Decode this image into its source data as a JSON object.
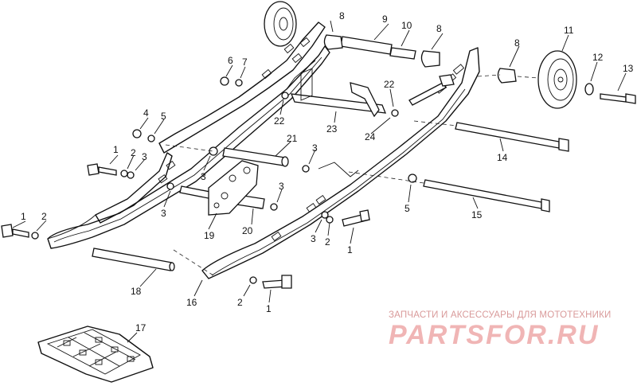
{
  "watermark": {
    "tagline": "ЗАПЧАСТИ И АКСЕССУАРЫ ДЛЯ МОТОТЕХНИКИ",
    "brand": "PARTSFOR.RU"
  },
  "callouts": [
    {
      "id": "c1a",
      "label": "1"
    },
    {
      "id": "c1b",
      "label": "1"
    },
    {
      "id": "c1c",
      "label": "1"
    },
    {
      "id": "c1d",
      "label": "1"
    },
    {
      "id": "c2a",
      "label": "2"
    },
    {
      "id": "c2b",
      "label": "2"
    },
    {
      "id": "c2c",
      "label": "2"
    },
    {
      "id": "c2d",
      "label": "2"
    },
    {
      "id": "c3a",
      "label": "3"
    },
    {
      "id": "c3b",
      "label": "3"
    },
    {
      "id": "c3c",
      "label": "3"
    },
    {
      "id": "c3d",
      "label": "3"
    },
    {
      "id": "c3e",
      "label": "3"
    },
    {
      "id": "c3f",
      "label": "3"
    },
    {
      "id": "c4",
      "label": "4"
    },
    {
      "id": "c5a",
      "label": "5"
    },
    {
      "id": "c5b",
      "label": "5"
    },
    {
      "id": "c6",
      "label": "6"
    },
    {
      "id": "c7",
      "label": "7"
    },
    {
      "id": "c8a",
      "label": "8"
    },
    {
      "id": "c8b",
      "label": "8"
    },
    {
      "id": "c8c",
      "label": "8"
    },
    {
      "id": "c9",
      "label": "9"
    },
    {
      "id": "c10",
      "label": "10"
    },
    {
      "id": "c11",
      "label": "11"
    },
    {
      "id": "c12",
      "label": "12"
    },
    {
      "id": "c13",
      "label": "13"
    },
    {
      "id": "c14",
      "label": "14"
    },
    {
      "id": "c15",
      "label": "15"
    },
    {
      "id": "c16",
      "label": "16"
    },
    {
      "id": "c17",
      "label": "17"
    },
    {
      "id": "c18",
      "label": "18"
    },
    {
      "id": "c19",
      "label": "19"
    },
    {
      "id": "c20",
      "label": "20"
    },
    {
      "id": "c21",
      "label": "21"
    },
    {
      "id": "c22a",
      "label": "22"
    },
    {
      "id": "c22b",
      "label": "22"
    },
    {
      "id": "c23",
      "label": "23"
    },
    {
      "id": "c24",
      "label": "24"
    }
  ]
}
